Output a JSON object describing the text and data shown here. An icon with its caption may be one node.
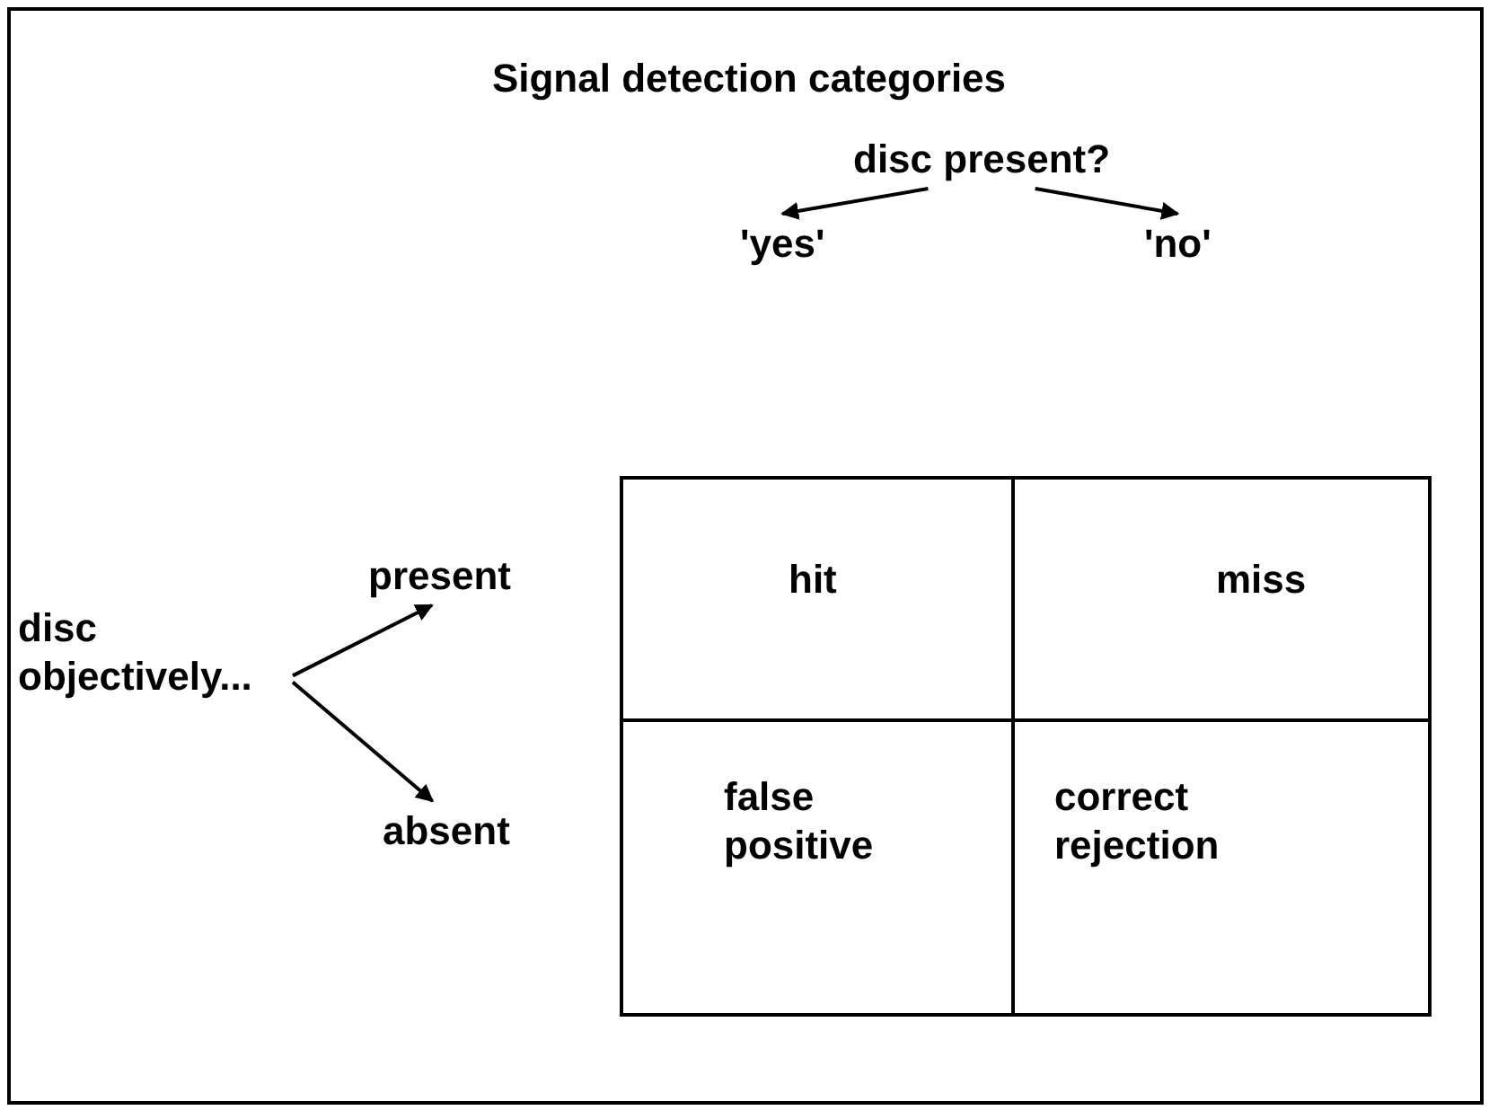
{
  "diagram": {
    "title": "Signal detection categories",
    "nodes": [
      {
        "text": [
          "disc present?"
        ]
      },
      {
        "text": [
          "'yes'"
        ]
      },
      {
        "text": [
          "'no'"
        ]
      },
      {
        "text": [
          "disc objectively..."
        ]
      },
      {
        "text": [
          "present"
        ]
      },
      {
        "text": [
          "absent"
        ]
      },
      {
        "text": [
          "hit"
        ]
      },
      {
        "text": [
          "miss"
        ]
      },
      {
        "text": [
          "false positive"
        ]
      },
      {
        "text": [
          "correct rejection"
        ]
      }
    ],
    "edges": [
      {
        "from": 0,
        "to": 1,
        "arrow": "to"
      },
      {
        "from": 0,
        "to": 2,
        "arrow": "to"
      },
      {
        "from": 3,
        "to": 4,
        "arrow": "to"
      },
      {
        "from": 3,
        "to": 5,
        "arrow": "to"
      }
    ]
  }
}
